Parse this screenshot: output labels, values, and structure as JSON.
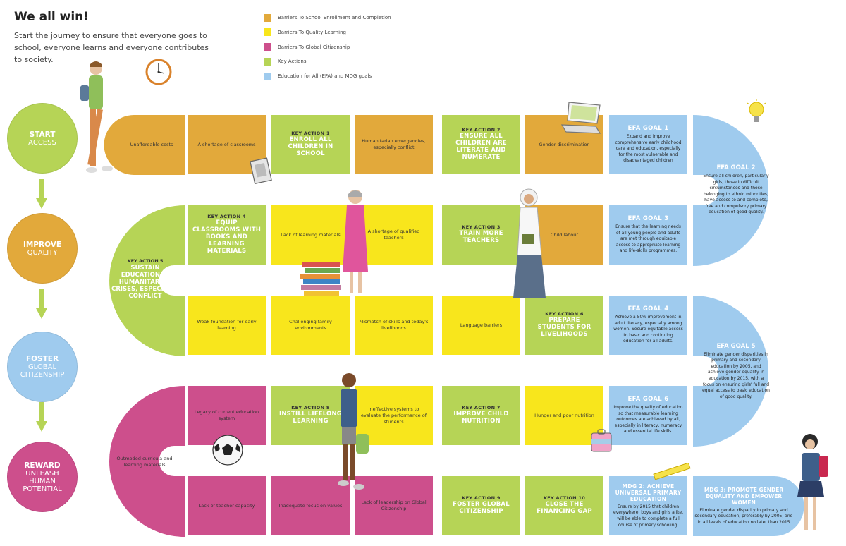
{
  "header": {
    "title": "We all win!",
    "subtitle": "Start the journey to ensure that everyone goes to school, everyone learns and everyone contributes to society."
  },
  "colors": {
    "barrier_enrollment": "#e2a93b",
    "barrier_quality": "#f8e61c",
    "barrier_citizenship": "#cd4f8c",
    "key_actions": "#b6d456",
    "goals": "#9fcbee"
  },
  "legend": [
    {
      "label": "Barriers To School Enrollment and Completion",
      "color": "#e2a93b"
    },
    {
      "label": "Barriers To Quality Learning",
      "color": "#f8e61c"
    },
    {
      "label": "Barriers To Global Citizenship",
      "color": "#cd4f8c"
    },
    {
      "label": "Key Actions",
      "color": "#b6d456"
    },
    {
      "label": "Education for All (EFA) and MDG goals",
      "color": "#9fcbee"
    }
  ],
  "stages": [
    {
      "line1": "START",
      "line2": "ACCESS",
      "color": "#b6d456"
    },
    {
      "line1": "IMPROVE",
      "line2": "QUALITY",
      "color": "#e2a93b"
    },
    {
      "line1": "FOSTER",
      "line2": "GLOBAL CITIZENSHIP",
      "color": "#9fcbee"
    },
    {
      "line1": "REWARD",
      "line2": "UNLEASH HUMAN POTENTIAL",
      "color": "#cd4f8c"
    }
  ],
  "board": {
    "row1": {
      "cap": "Unaffordable costs",
      "t1": "A shortage of classrooms",
      "ka1": {
        "head": "KEY ACTION 1",
        "text": "ENROLL ALL CHILDREN IN SCHOOL"
      },
      "t3": "Humanitarian emergencies, especially conflict",
      "ka2": {
        "head": "KEY ACTION 2",
        "text": "ENSURE ALL CHILDREN ARE LITERATE AND NUMERATE"
      },
      "t5": "Gender discrimination",
      "efa1": {
        "head": "EFA GOAL 1",
        "text": "Expand and improve comprehensive early childhood care and education, especially for the most vulnerable and disadvantaged children"
      }
    },
    "efa2": {
      "head": "EFA GOAL 2",
      "text": "Ensure all children, particularly girls, those in difficult circumstances and those belonging to ethnic minorities, have access to and complete, free and compulsory primary education of good quality."
    },
    "row2": {
      "ka4": {
        "head": "KEY ACTION 4",
        "text": "EQUIP CLASSROOMS WITH BOOKS AND LEARNING MATERIALS"
      },
      "t2": "Lack of learning materials",
      "t3": "A shortage of qualified teachers",
      "ka3": {
        "head": "KEY ACTION 3",
        "text": "TRAIN MORE TEACHERS"
      },
      "t5": "Child labour",
      "efa3": {
        "head": "EFA GOAL 3",
        "text": "Ensure that the learning needs of all young people and adults are met through equitable access to appropriate learning and life-skills programmes."
      }
    },
    "ka5": {
      "head": "KEY ACTION 5",
      "text": "SUSTAIN EDUCATION IN HUMANITARIAN CRISES, ESPECIALLY CONFLICT"
    },
    "row3": {
      "t1": "Weak foundation for early learning",
      "t2": "Challenging family environments",
      "t3": "Mismatch of skills and today's livelihoods",
      "t4": "Language barriers",
      "ka6": {
        "head": "KEY ACTION 6",
        "text": "PREPARE STUDENTS FOR LIVELIHOODS"
      },
      "efa4": {
        "head": "EFA GOAL 4",
        "text": "Achieve a 50% improvement in adult literacy, especially among women. Secure equitable access to basic and continuing education for all adults."
      }
    },
    "efa5": {
      "head": "EFA GOAL 5",
      "text": "Eliminate gender disparities in primary and secondary education by 2005, and achieve gender equality in education by 2015, with a focus on ensuring girls' full and equal access to basic education of good quality."
    },
    "row4": {
      "t1": "Legacy of current education system",
      "ka8": {
        "head": "KEY ACTION 8",
        "text": "INSTILL LIFELONG LEARNING"
      },
      "t3": "Ineffective systems to evaluate the performance of students",
      "ka7": {
        "head": "KEY ACTION 7",
        "text": "IMPROVE CHILD NUTRITION"
      },
      "t5": "Hunger and poor nutrition",
      "efa6": {
        "head": "EFA GOAL 6",
        "text": "Improve the quality of education so that measurable learning outcomes are achieved by all, especially in literacy, numeracy and essential life skills."
      }
    },
    "outmoded": "Outmoded curricula and learning materials",
    "row5": {
      "t1": "Lack of teacher capacity",
      "t2": "Inadequate focus on values",
      "t3": "Lack of leadership on Global Citizenship",
      "ka9": {
        "head": "KEY ACTION 9",
        "text": "FOSTER GLOBAL CITIZENSHIP"
      },
      "ka10": {
        "head": "KEY ACTION 10",
        "text": "CLOSE THE FINANCING GAP"
      },
      "mdg2": {
        "head": "MDG 2: ACHIEVE UNIVERSAL PRIMARY EDUCATION",
        "text": "Ensure by 2015 that children everywhere, boys and girls alike, will be able to complete a full course of primary schooling."
      },
      "mdg3": {
        "head": "MDG 3: PROMOTE GENDER EQUALITY AND EMPOWER WOMEN",
        "text": "Eliminate gender disparity in primary and secondary education, preferably by 2005, and in all levels of education no later than 2015"
      }
    }
  }
}
